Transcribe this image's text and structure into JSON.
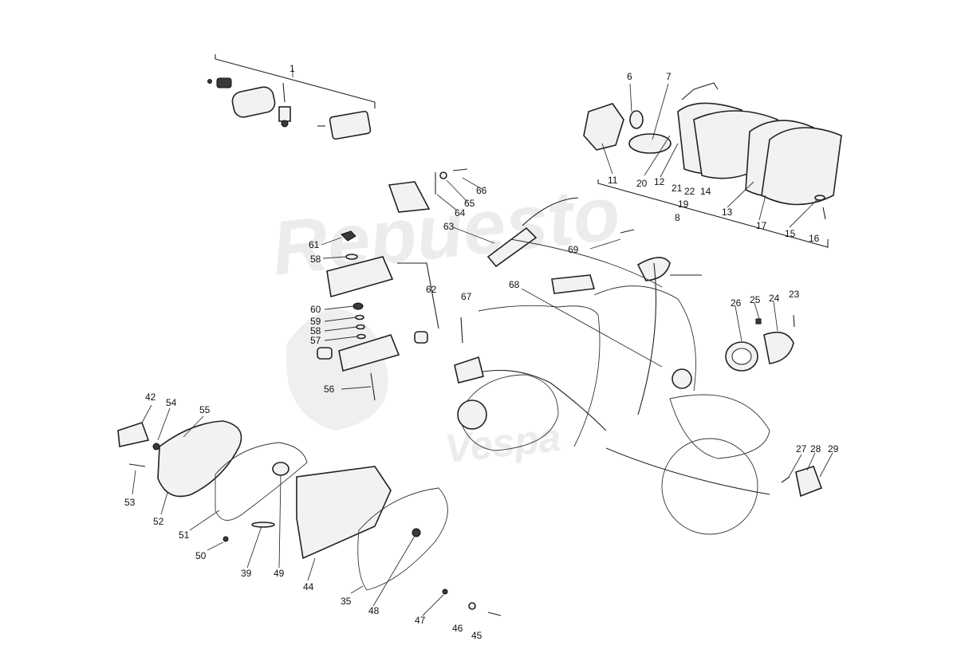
{
  "watermark": {
    "line1": "Repuesto",
    "line2": "Vespa"
  },
  "labels": {
    "l1": "1",
    "l6": "6",
    "l7": "7",
    "l8": "8",
    "l11": "11",
    "l12": "12",
    "l13": "13",
    "l14": "14",
    "l15": "15",
    "l16": "16",
    "l17": "17",
    "l19": "19",
    "l20": "20",
    "l21": "21",
    "l22": "22",
    "l23": "23",
    "l24": "24",
    "l25": "25",
    "l26": "26",
    "l27": "27",
    "l28": "28",
    "l29": "29",
    "l35": "35",
    "l39": "39",
    "l42": "42",
    "l44": "44",
    "l45": "45",
    "l46": "46",
    "l47": "47",
    "l48": "48",
    "l49": "49",
    "l50": "50",
    "l51": "51",
    "l52": "52",
    "l53": "53",
    "l54": "54",
    "l55": "55",
    "l56": "56",
    "l57": "57",
    "l58a": "58",
    "l58b": "58",
    "l59": "59",
    "l60": "60",
    "l61": "61",
    "l62": "62",
    "l63": "63",
    "l64": "64",
    "l65": "65",
    "l66": "66",
    "l67": "67",
    "l68": "68",
    "l69": "69"
  }
}
